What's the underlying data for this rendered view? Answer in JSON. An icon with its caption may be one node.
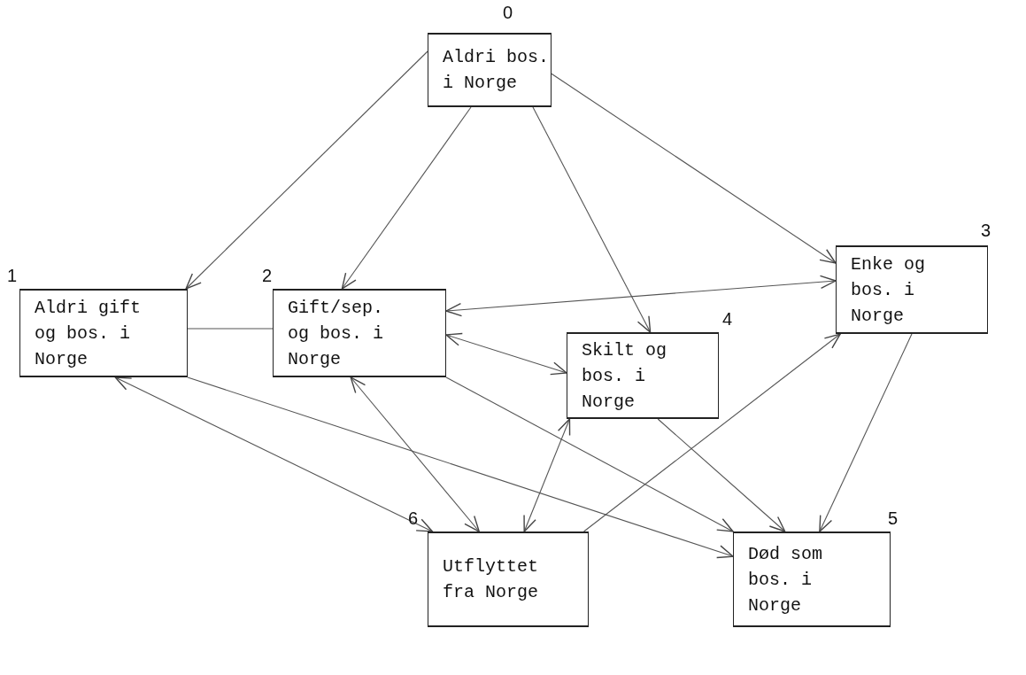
{
  "diagram": {
    "nodes": [
      {
        "text": [
          "Aldri bos. i Norge"
        ],
        "beside": [
          "0"
        ]
      },
      {
        "text": [
          "Aldri gift og bos. i Norge"
        ],
        "beside": [
          "1"
        ]
      },
      {
        "text": [
          "Gift/sep. og bos. i Norge"
        ],
        "beside": [
          "2"
        ]
      },
      {
        "text": [
          "Enke og bos. i Norge"
        ],
        "beside": [
          "3"
        ]
      },
      {
        "text": [
          "Skilt og bos. i Norge"
        ],
        "beside": [
          "4"
        ]
      },
      {
        "text": [
          "Død som bos. i Norge"
        ],
        "beside": [
          "5"
        ]
      },
      {
        "text": [
          "Utflyttet fra Norge"
        ],
        "beside": [
          "6"
        ]
      }
    ],
    "edges": [
      {
        "from": 0,
        "to": 1,
        "arrow": "to"
      },
      {
        "from": 0,
        "to": 2,
        "arrow": "to"
      },
      {
        "from": 0,
        "to": 4,
        "arrow": "to"
      },
      {
        "from": 0,
        "to": 3,
        "arrow": "to"
      },
      {
        "from": 1,
        "to": 2,
        "arrow": "none"
      },
      {
        "from": 2,
        "to": 3,
        "arrow": "both"
      },
      {
        "from": 2,
        "to": 4,
        "arrow": "both"
      },
      {
        "from": 1,
        "to": 6,
        "arrow": "both"
      },
      {
        "from": 1,
        "to": 5,
        "arrow": "to"
      },
      {
        "from": 2,
        "to": 6,
        "arrow": "both"
      },
      {
        "from": 2,
        "to": 5,
        "arrow": "to"
      },
      {
        "from": 4,
        "to": 6,
        "arrow": "both"
      },
      {
        "from": 6,
        "to": 3,
        "arrow": "to"
      },
      {
        "from": 4,
        "to": 5,
        "arrow": "to"
      },
      {
        "from": 3,
        "to": 5,
        "arrow": "to"
      }
    ]
  }
}
